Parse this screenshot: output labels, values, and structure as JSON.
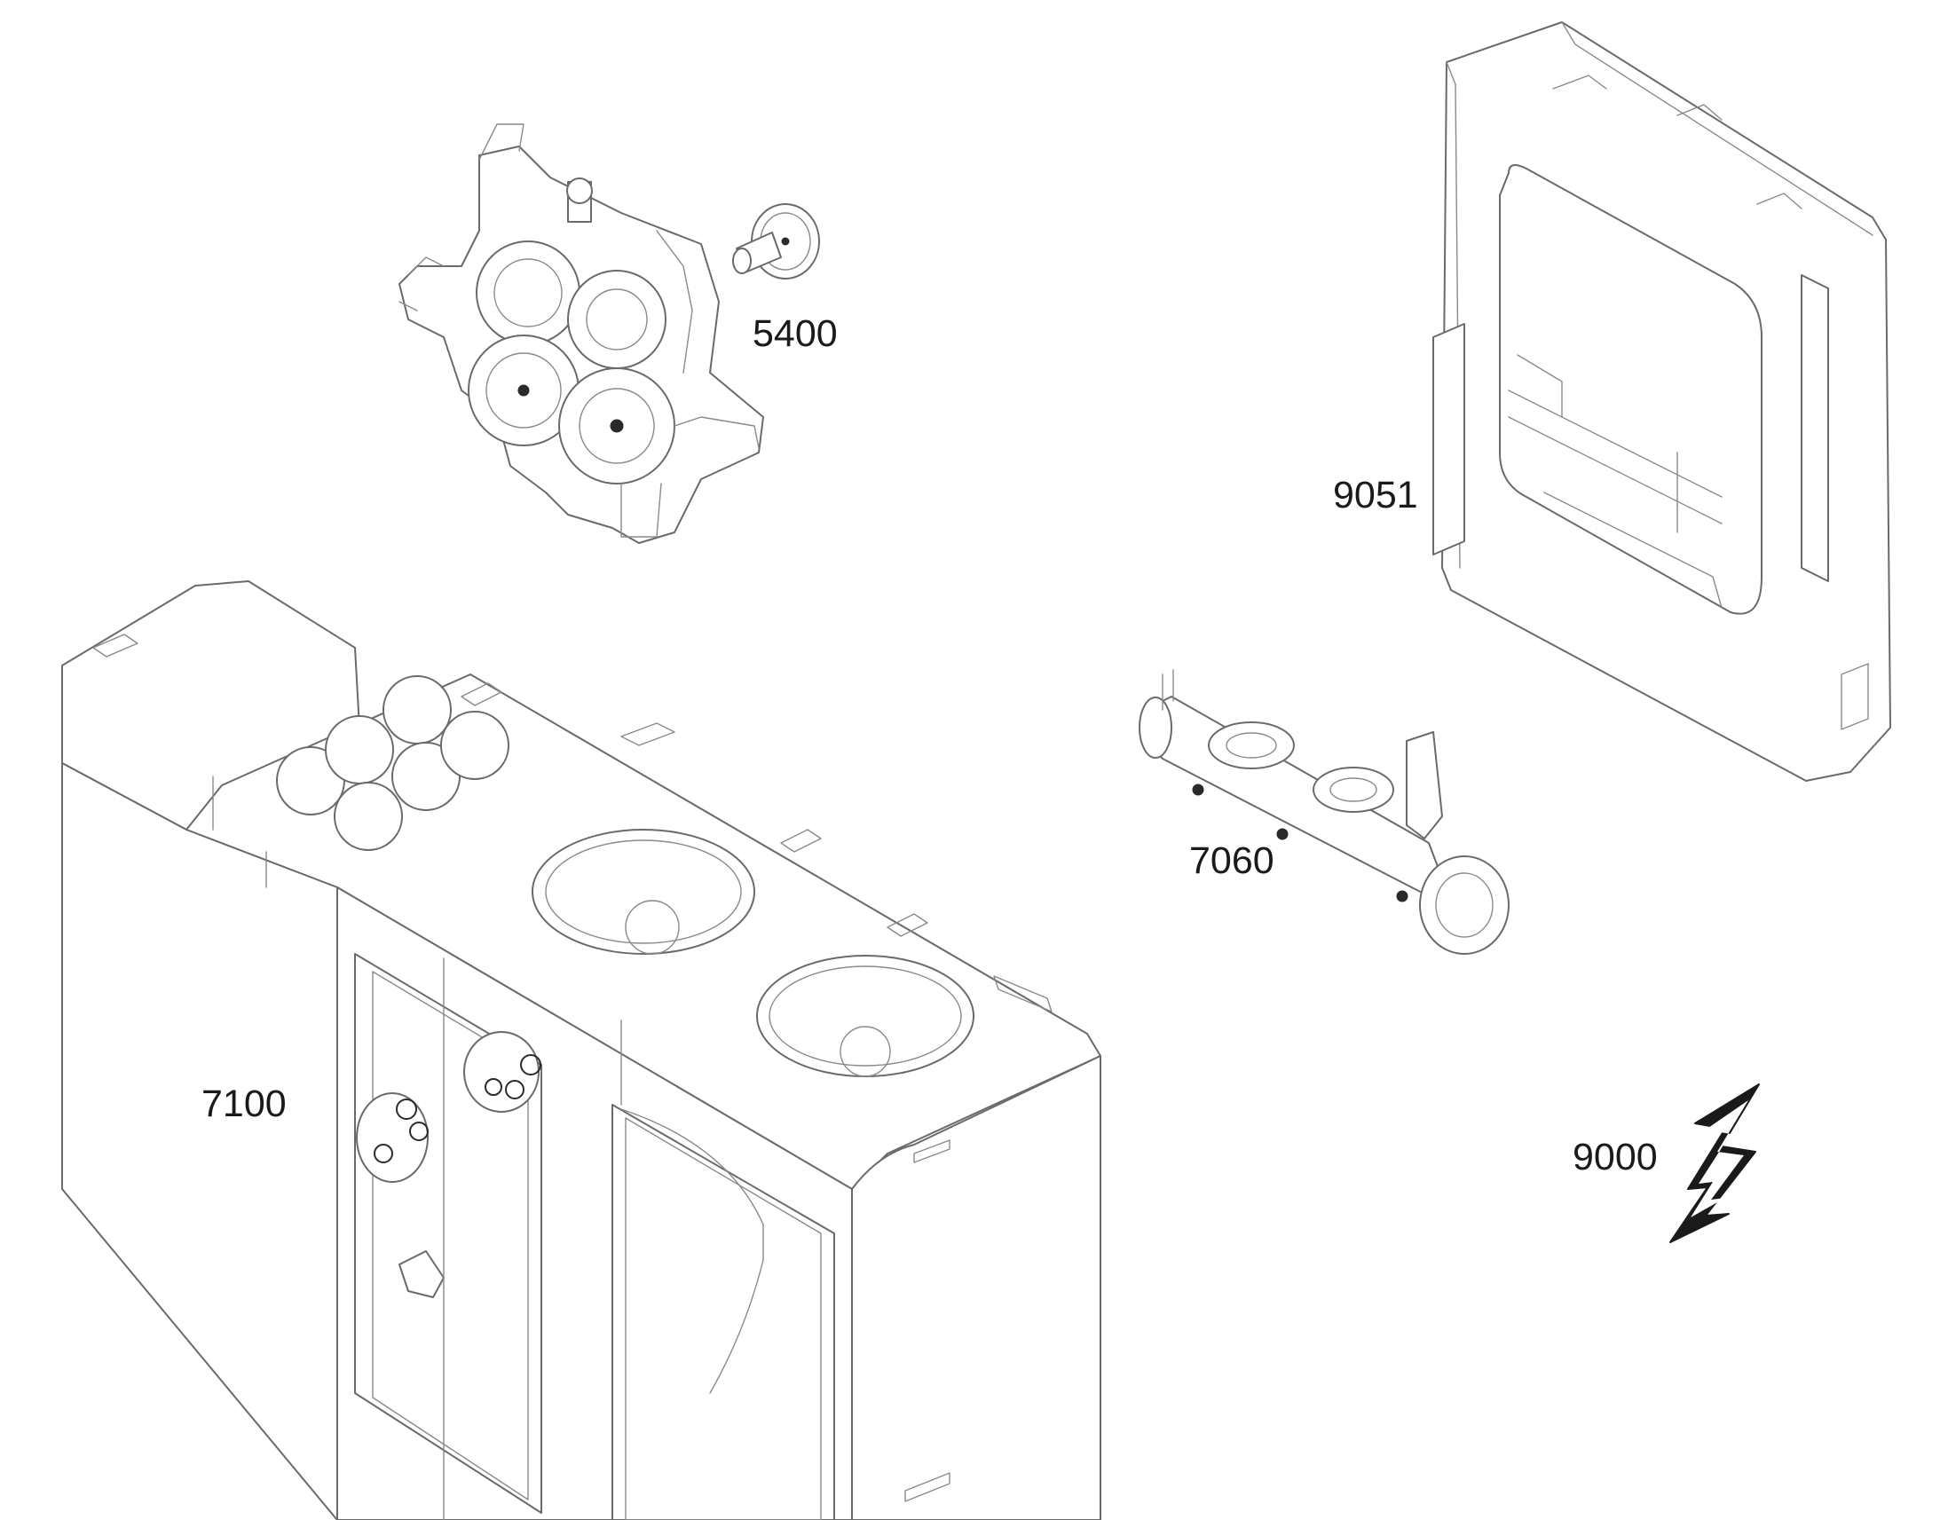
{
  "callouts": {
    "gear_unit": "5400",
    "frame": "9051",
    "pipe": "7060",
    "enclosure": "7100",
    "electrical": "9000"
  },
  "icons": {
    "electrical": "lightning-bolt-icon"
  },
  "colors": {
    "line": "#6a6a6a",
    "text": "#1a1a1a",
    "background": "#ffffff"
  }
}
